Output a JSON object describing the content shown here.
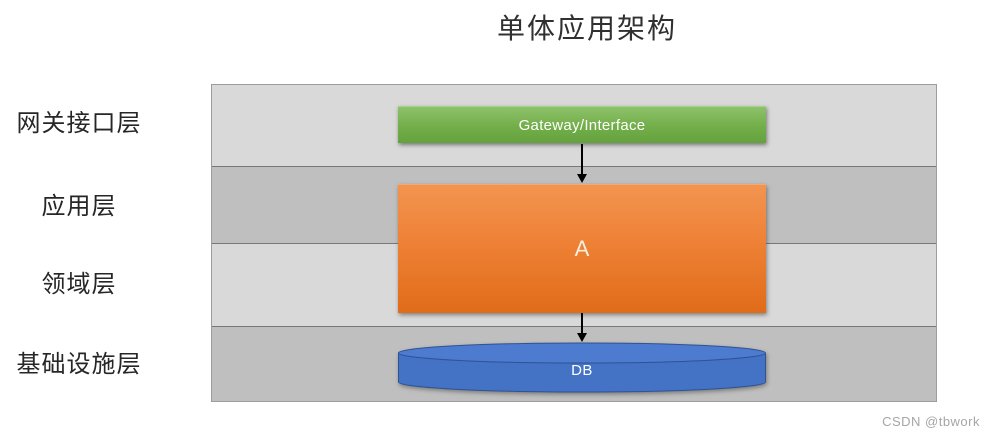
{
  "title": "单体应用架构",
  "layers": [
    {
      "label": "网关接口层"
    },
    {
      "label": "应用层"
    },
    {
      "label": "领域层"
    },
    {
      "label": "基础设施层"
    }
  ],
  "nodes": {
    "gateway": {
      "label": "Gateway/Interface",
      "fill": "#70ad47"
    },
    "application": {
      "label": "A",
      "fill": "#ed7d31"
    },
    "database": {
      "label": "DB",
      "fill": "#4472c4",
      "stroke": "#2e5395"
    }
  },
  "connections": [
    {
      "from": "gateway",
      "to": "application"
    },
    {
      "from": "application",
      "to": "database"
    }
  ],
  "band_colors": {
    "light": "#d9d9d9",
    "dark": "#bfbfbf"
  },
  "watermark": "CSDN @tbwork"
}
